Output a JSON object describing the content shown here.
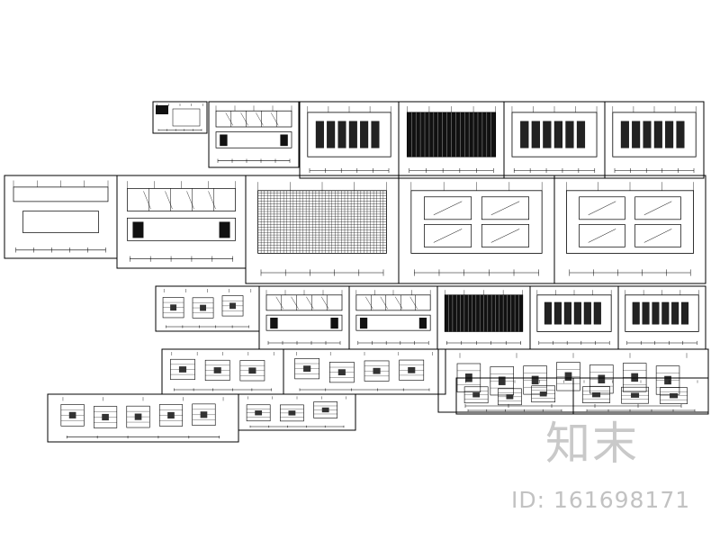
{
  "sheets": [
    {
      "id": "s01",
      "kind": "tiny"
    },
    {
      "id": "s02",
      "kind": "elevation"
    },
    {
      "id": "s03",
      "kind": "ceiling"
    },
    {
      "id": "s04",
      "kind": "dense"
    },
    {
      "id": "s05",
      "kind": "ceiling"
    },
    {
      "id": "s06",
      "kind": "ceiling"
    },
    {
      "id": "s07",
      "kind": "plan"
    },
    {
      "id": "s08",
      "kind": "elevation"
    },
    {
      "id": "s09",
      "kind": "grid"
    },
    {
      "id": "s10",
      "kind": "rooms"
    },
    {
      "id": "s11",
      "kind": "rooms"
    },
    {
      "id": "s12",
      "kind": "detail"
    },
    {
      "id": "s13",
      "kind": "elevation"
    },
    {
      "id": "s14",
      "kind": "elevation"
    },
    {
      "id": "s15",
      "kind": "dense"
    },
    {
      "id": "s16",
      "kind": "ceiling"
    },
    {
      "id": "s17",
      "kind": "ceiling"
    },
    {
      "id": "s18",
      "kind": "detail"
    },
    {
      "id": "s19",
      "kind": "detail"
    },
    {
      "id": "s20",
      "kind": "detail"
    },
    {
      "id": "s21",
      "kind": "detail"
    },
    {
      "id": "s22",
      "kind": "detail"
    },
    {
      "id": "s23",
      "kind": "detail"
    },
    {
      "id": "s24",
      "kind": "detail"
    }
  ],
  "watermark": {
    "logo_text": "知末",
    "id_text": "ID: 161698171",
    "color": "#c4c4c4"
  }
}
